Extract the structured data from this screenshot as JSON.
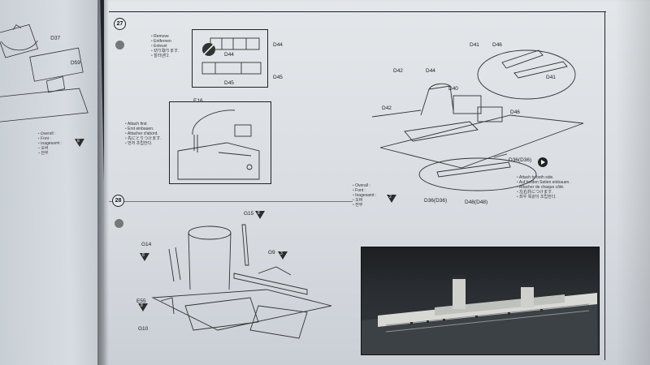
{
  "left_page": {
    "parts": [
      "D37",
      "D59"
    ],
    "paint_list": [
      "Overall :",
      "Font :",
      "Inagesamt :",
      "오버",
      "전부"
    ],
    "paint_badge": "8"
  },
  "step27": {
    "number": "27",
    "remove_note": [
      "Remove",
      "Entfernen",
      "Enlevel",
      "切り取ります.",
      "잘라낸다."
    ],
    "cut_parts": {
      "top": "D44",
      "top_right": "D44",
      "bottom": "D45",
      "bottom_right": "D45"
    },
    "attach_note": [
      "Attach first.",
      "Erst einbauen.",
      "Attacher d'abord.",
      "先にとりつけます.",
      "먼저 조립한다."
    ],
    "detail_part": "E16",
    "assembly_parts": [
      "D41",
      "D46",
      "D41",
      "D40",
      "D46",
      "D42",
      "D44",
      "D42"
    ],
    "strip_parts": [
      "D36(D36)",
      "D36(D36)",
      "D48(D48)"
    ],
    "both_sides_note": [
      "Attach to both side.",
      "Auf beiden Seiten einbauen.",
      "Attacher de chaque côté.",
      "左右共につけます.",
      "좌우 똑같이 조립한다."
    ],
    "paint_list": [
      "Overall :",
      "Font :",
      "Inagesamt :",
      "오버",
      "전부"
    ],
    "paint_badge": "2"
  },
  "step28": {
    "number": "28",
    "parts": [
      "G15",
      "G14",
      "G9",
      "E55",
      "G10"
    ],
    "badges": [
      "8",
      "8",
      "3",
      "8"
    ]
  },
  "colors": {
    "page": "#dfe2e6",
    "ink": "#222222",
    "background": "#1f2634"
  }
}
